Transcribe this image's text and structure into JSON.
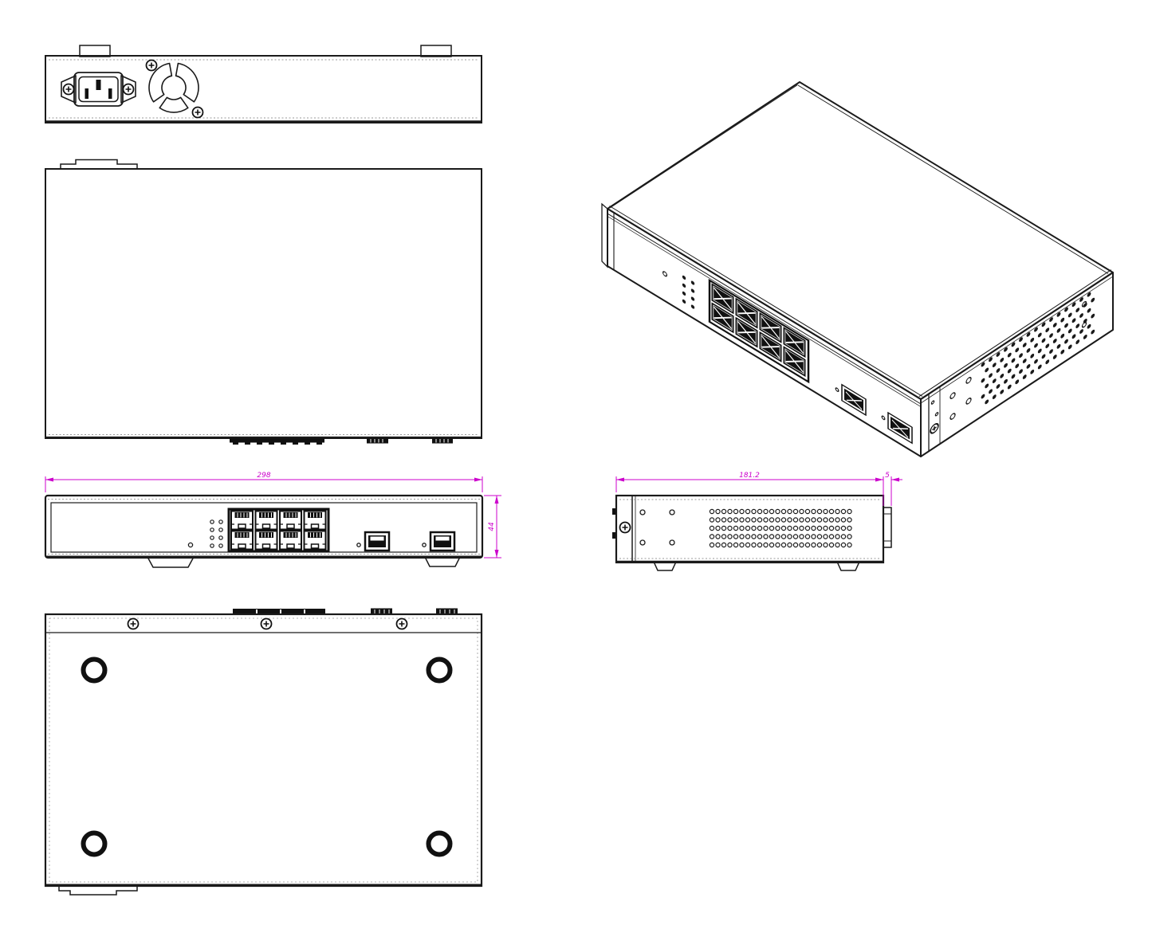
{
  "dimensions": {
    "front_width": "298",
    "front_height": "44",
    "side_depth": "181.2",
    "side_lip": "5"
  },
  "colors": {
    "dimension_line": "#cc00cc",
    "drawing_line": "#1a1a1a",
    "background": "#ffffff"
  }
}
